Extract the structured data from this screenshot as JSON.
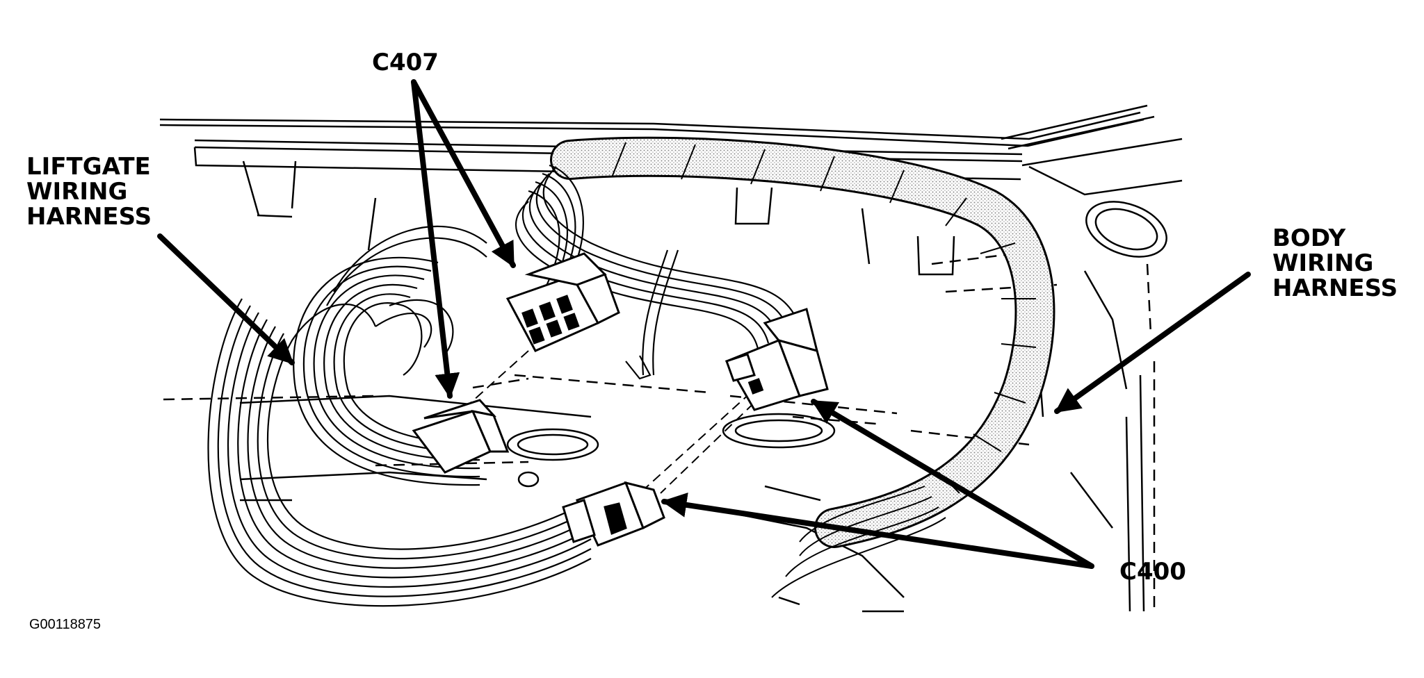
{
  "labels": {
    "c407": "C407",
    "liftgate": "LIFTGATE\nWIRING\nHARNESS",
    "body": "BODY\nWIRING\nHARNESS",
    "c400": "C400"
  },
  "figure_id": "G00118875",
  "colors": {
    "ink": "#000000",
    "paper": "#ffffff",
    "shade": "#bdbdbd"
  }
}
